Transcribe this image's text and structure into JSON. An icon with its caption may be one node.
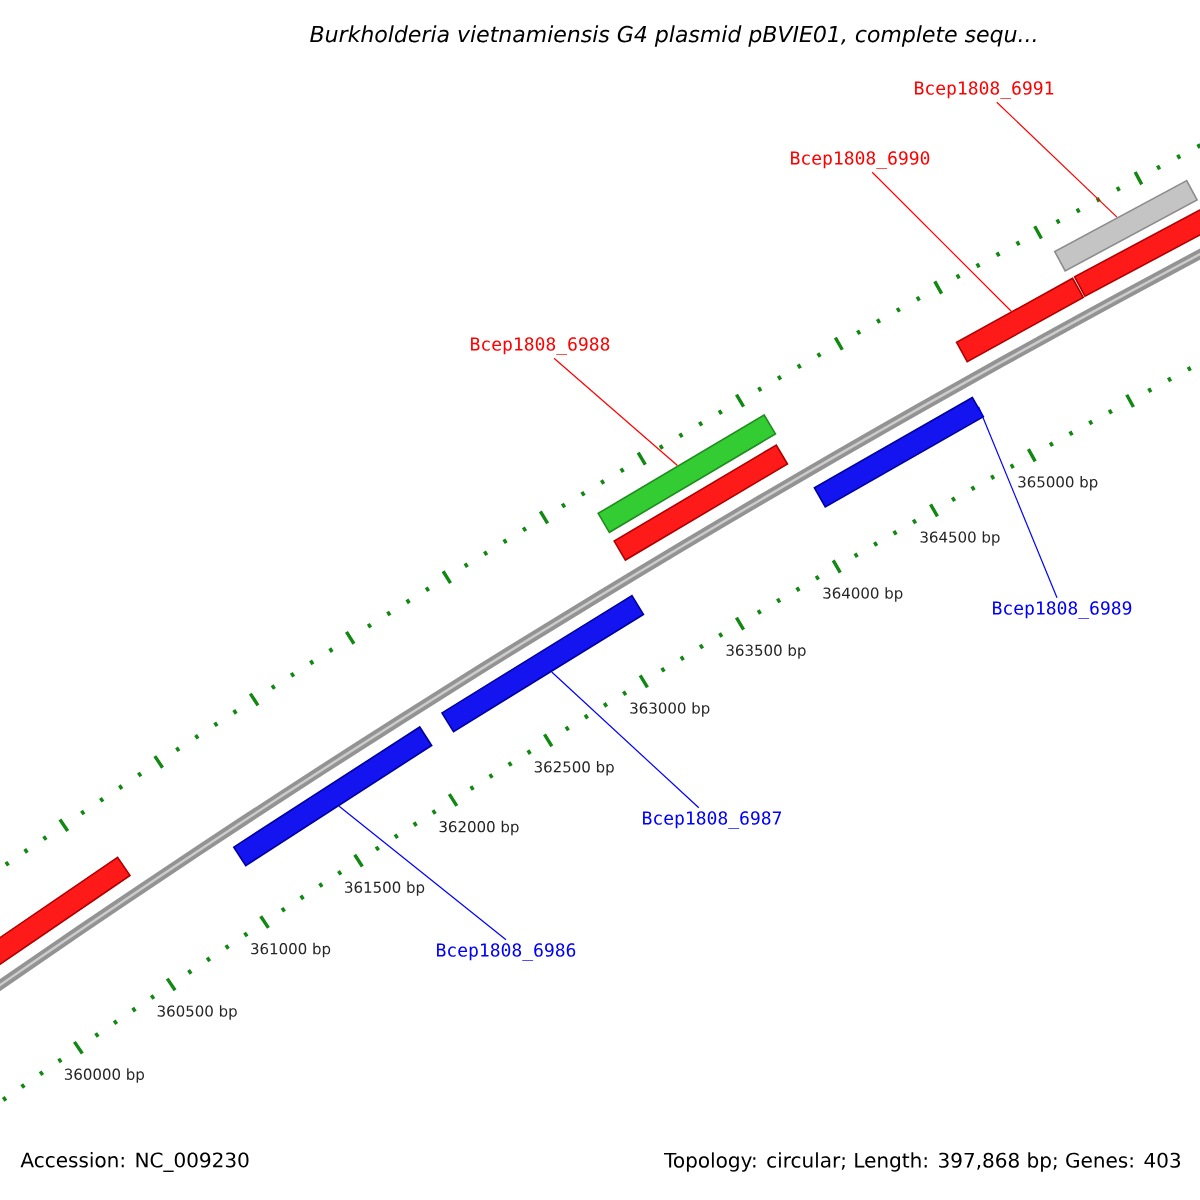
{
  "diagram": {
    "title": "Burkholderia vietnamiensis G4 plasmid pBVIE01, complete sequ...",
    "nodes": [
      {
        "text": [
          "Bcep1808_6991"
        ]
      },
      {
        "text": [
          "Bcep1808_6990"
        ]
      },
      {
        "text": [
          "Bcep1808_6988"
        ]
      },
      {
        "text": [
          "Bcep1808_6989"
        ]
      },
      {
        "text": [
          "Bcep1808_6987"
        ]
      },
      {
        "text": [
          "Bcep1808_6986"
        ]
      },
      {
        "text": [],
        "shape": "bar"
      },
      {
        "text": [],
        "shape": "bar"
      },
      {
        "text": [],
        "shape": "bar"
      },
      {
        "text": [],
        "shape": "bar"
      },
      {
        "text": [],
        "shape": "bar"
      },
      {
        "text": [],
        "shape": "bar"
      },
      {
        "text": [],
        "shape": "bar"
      },
      {
        "text": [],
        "shape": "bar"
      },
      {
        "text": [],
        "shape": "bar"
      }
    ],
    "edges": [
      {
        "from": 0,
        "to": 13,
        "arrow": "none",
        "color": "#ff0000"
      },
      {
        "from": 1,
        "to": 12,
        "arrow": "none",
        "color": "#ff0000"
      },
      {
        "from": 2,
        "to": 9,
        "arrow": "none",
        "color": "#ff0000"
      },
      {
        "from": 3,
        "to": 11,
        "arrow": "none",
        "color": "#0000ff"
      },
      {
        "from": 4,
        "to": 8,
        "arrow": "none",
        "color": "#0000ff"
      },
      {
        "from": 5,
        "to": 7,
        "arrow": "none",
        "color": "#0000ff"
      }
    ],
    "labels": [
      "365000 bp",
      "364500 bp",
      "364000 bp",
      "363500 bp",
      "363000 bp",
      "362500 bp",
      "362000 bp",
      "361500 bp",
      "361000 bp",
      "360500 bp",
      "360000 bp",
      "Accession: NC_009230",
      "Topology: circular; Length: 397,868 bp; Genes: 403"
    ]
  }
}
